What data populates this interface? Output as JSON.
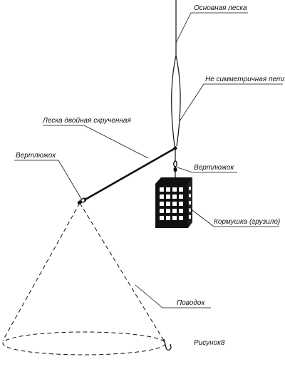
{
  "labels": {
    "main_line": "Основная леска",
    "asym_loop": "Не симметричная петля",
    "double_twisted": "Леска двойная скрученная",
    "swivel_left": "Вертлюжок",
    "swivel_right": "Вертлюжок",
    "feeder": "Кормушка (грузило)",
    "leader": "Поводок",
    "figure": "Рисунок8"
  },
  "colors": {
    "ink": "#111111",
    "background": "#ffffff"
  }
}
